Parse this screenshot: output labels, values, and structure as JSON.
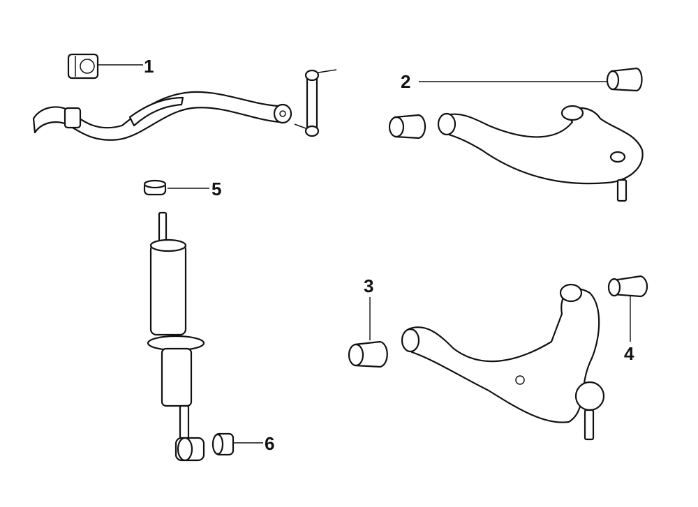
{
  "callouts": [
    {
      "number": "1",
      "part": "stabilizer-bushing"
    },
    {
      "number": "2",
      "part": "upper-arm-bushing"
    },
    {
      "number": "3",
      "part": "lower-arm-bushing-front"
    },
    {
      "number": "4",
      "part": "lower-arm-bushing-rear"
    },
    {
      "number": "5",
      "part": "shock-upper-bushing"
    },
    {
      "number": "6",
      "part": "shock-lower-bushing"
    }
  ],
  "colors": {
    "line": "#111111",
    "background": "#ffffff"
  }
}
